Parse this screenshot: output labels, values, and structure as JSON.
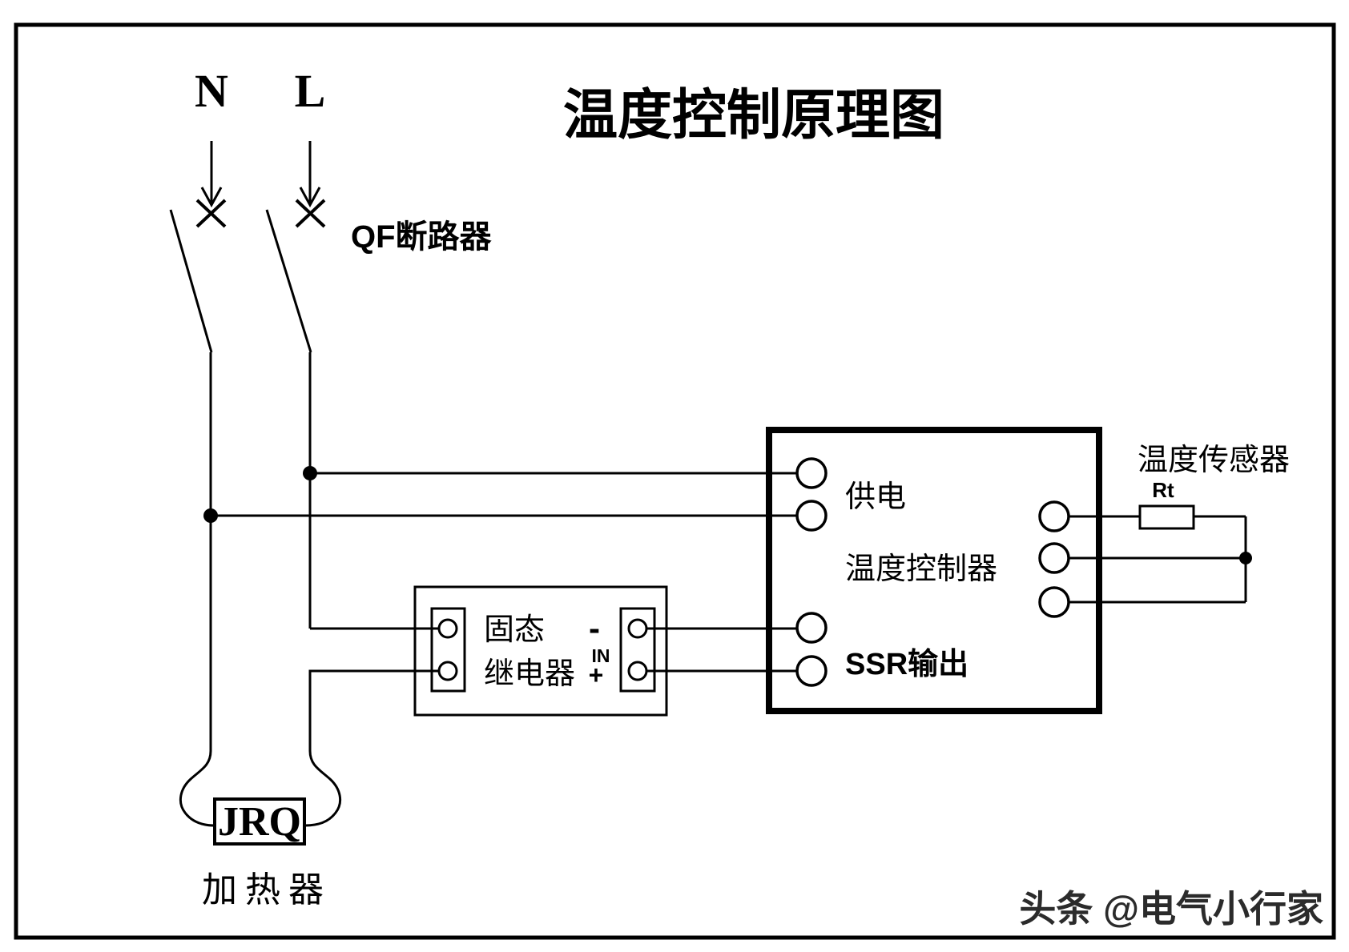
{
  "title": "温度控制原理图",
  "supply": {
    "neutral_label": "N",
    "live_label": "L"
  },
  "breaker": {
    "label": "QF断路器"
  },
  "ssr_relay": {
    "name_line1": "固态",
    "name_line2": "继电器",
    "minus_label": "-",
    "in_label": "IN",
    "plus_label": "+"
  },
  "controller": {
    "power_terminals_label": "供电",
    "name_label": "温度控制器",
    "ssr_output_label": "SSR输出"
  },
  "sensor": {
    "label": "温度传感器",
    "resistor_label": "Rt"
  },
  "heater": {
    "box_label": "JRQ",
    "label": "加热器"
  },
  "watermark": {
    "text": "头条 @电气小行家"
  },
  "colors": {
    "line": "#000000",
    "background": "#ffffff",
    "watermark_text": "#2b2b2b",
    "watermark_outline": "#ffffff"
  }
}
